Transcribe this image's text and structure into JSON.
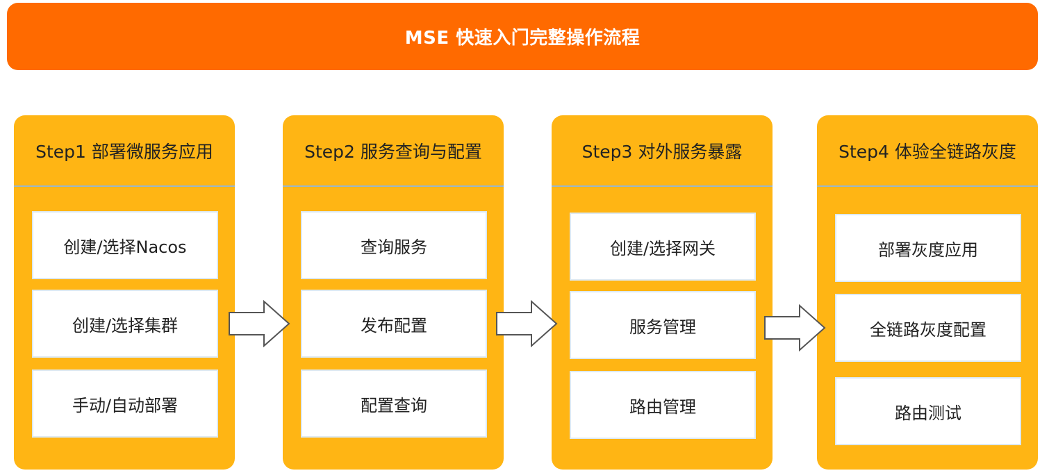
{
  "title": "MSE 快速入门完整操作流程",
  "colors": {
    "banner": "#ff6a00",
    "step_bg": "#ffb514",
    "item_bg": "#ffffff",
    "divider": "#9bb7c9"
  },
  "steps": [
    {
      "label": "Step1 部署微服务应用",
      "items": [
        "创建/选择Nacos",
        "创建/选择集群",
        "手动/自动部署"
      ]
    },
    {
      "label": "Step2 服务查询与配置",
      "items": [
        "查询服务",
        "发布配置",
        "配置查询"
      ]
    },
    {
      "label": "Step3 对外服务暴露",
      "items": [
        "创建/选择网关",
        "服务管理",
        "路由管理"
      ]
    },
    {
      "label": "Step4 体验全链路灰度",
      "items": [
        "部署灰度应用",
        "全链路灰度配置",
        "路由测试"
      ]
    }
  ],
  "arrow_icon": "right-arrow-icon"
}
